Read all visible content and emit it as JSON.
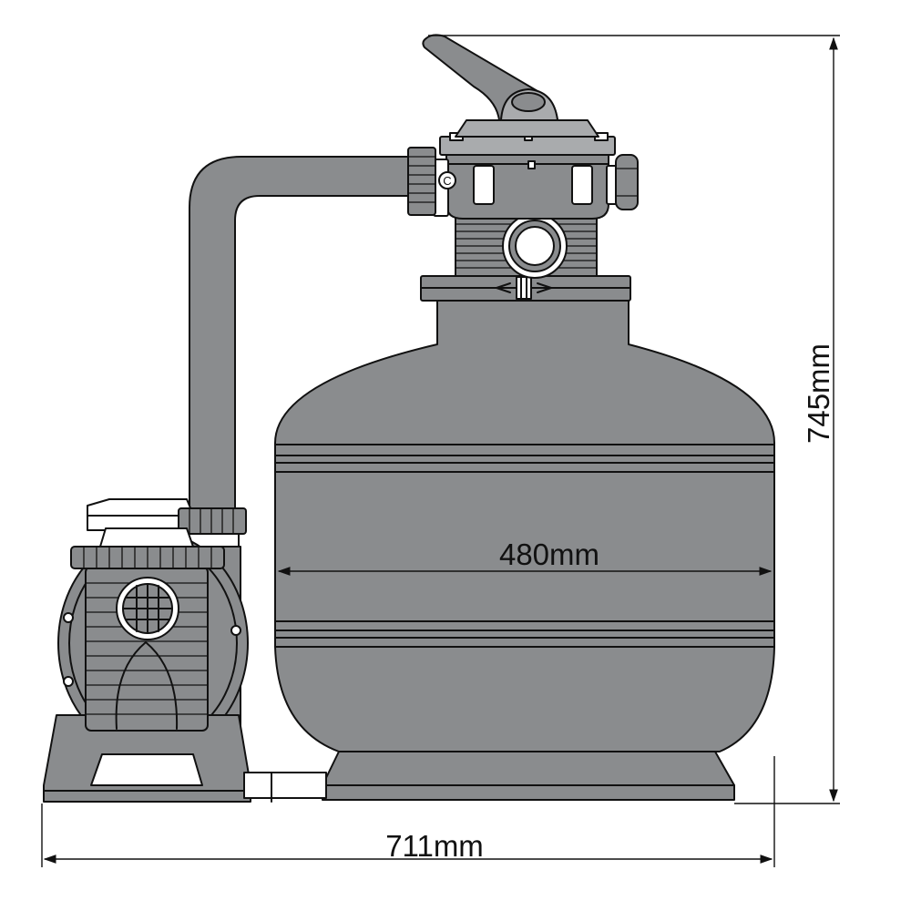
{
  "dimensions": {
    "height": "745mm",
    "width": "711mm",
    "tank_diameter": "480mm"
  },
  "valve_marking": "C",
  "colors": {
    "body_fill": "#8a8c8e",
    "part_fill": "#a9abad",
    "line": "#111111",
    "background": "#ffffff"
  }
}
